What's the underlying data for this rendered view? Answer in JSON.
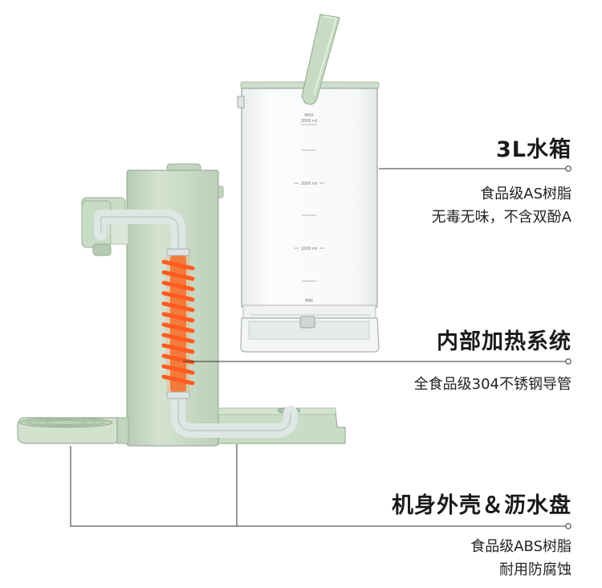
{
  "colors": {
    "body_green": "#c9dcc6",
    "accent_heater": "#f0703a",
    "leader_line": "#333333"
  },
  "tank": {
    "scale_max_label": "MAX",
    "scale_max_volume": "3000 ml",
    "scale_mid_label": "2000 ml",
    "scale_low_label": "1000 ml",
    "scale_min_label": "MIN"
  },
  "features": [
    {
      "title": "3L水箱",
      "lines": [
        "食品级AS树脂",
        "无毒无味，不含双酚A"
      ]
    },
    {
      "title": "内部加热系统",
      "lines": [
        "全食品级304不锈钢导管"
      ]
    },
    {
      "title": "机身外壳＆沥水盘",
      "lines": [
        "食品级ABS树脂",
        "耐用防腐蚀"
      ]
    }
  ]
}
